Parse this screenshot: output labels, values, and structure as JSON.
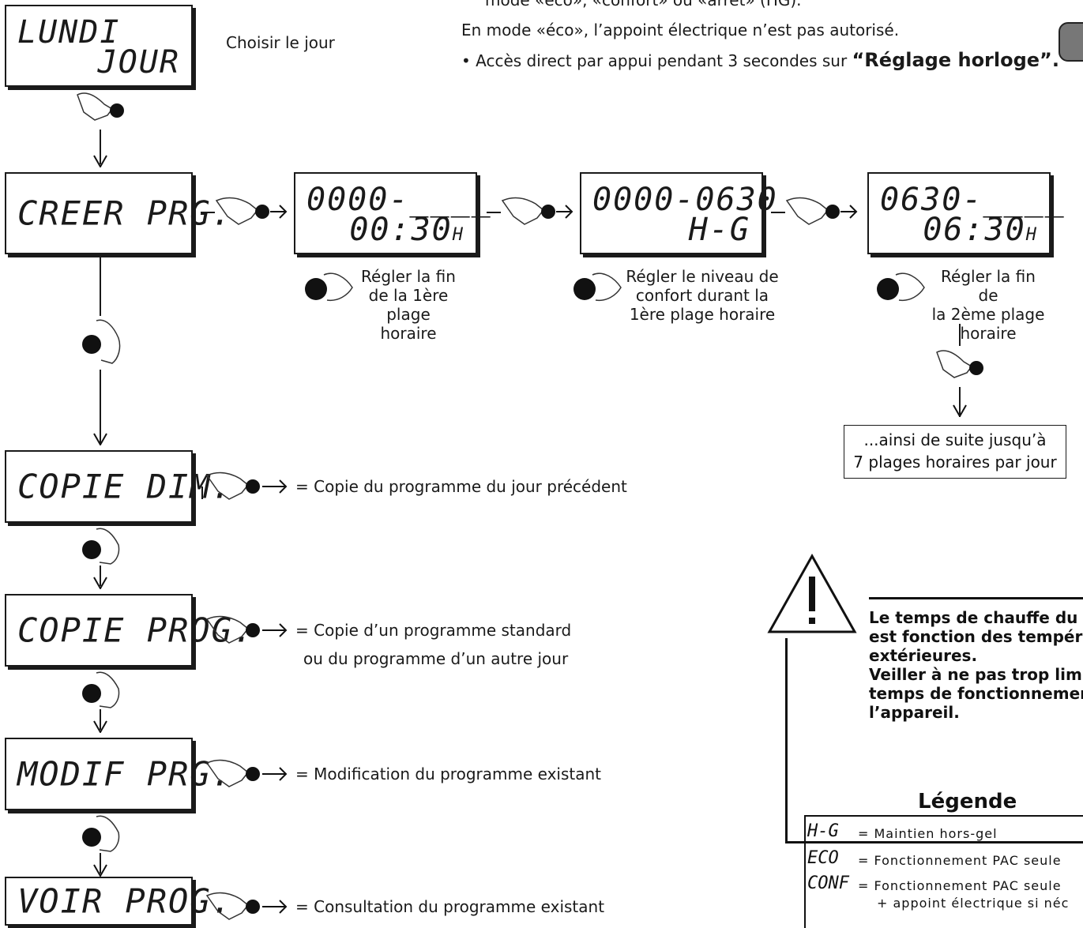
{
  "top_text": {
    "line0": "mode «éco», «confort» ou «arrêt» (HG).",
    "line1": "En mode «éco», l’appoint électrique n’est pas autorisé.",
    "line2_prefix": "• Accès direct par appui pendant 3 secondes sur ",
    "line2_bold": "“Réglage horloge”."
  },
  "day_display": {
    "line1": "LUNDI",
    "line2": "JOUR"
  },
  "choose_day_label": "Choisir le jour",
  "menu": {
    "create": "CREER PRG.",
    "copy_sun": "COPIE DIM.",
    "copy_prog": "COPIE PROG.",
    "modify": "MODIF PRG.",
    "view": "VOIR PROG."
  },
  "step1": {
    "line1": "0000-____",
    "line2": "00:30",
    "unit": "H",
    "caption": "Régler la fin\nde la 1ère plage\nhoraire"
  },
  "step2": {
    "line1": "0000-0630",
    "line2": "H-G",
    "caption": "Régler le niveau de\nconfort durant la\n1ère plage horaire"
  },
  "step3": {
    "line1": "0630-____",
    "line2": "06:30",
    "unit": "H",
    "caption": "Régler la fin de\nla 2ème plage\nhoraire"
  },
  "continue_box": {
    "line1": "...ainsi de suite jusqu’à",
    "line2": "7 plages horaires par jour"
  },
  "results": {
    "copy_sun": "= Copie du programme du jour précédent",
    "copy_prog_1": "= Copie d’un programme standard",
    "copy_prog_2": "ou du programme d’un autre jour",
    "modify": "= Modification du programme existant",
    "view": "= Consultation du programme existant"
  },
  "warning": {
    "lines": [
      "Le temps de chauffe du b",
      "est fonction des tempéra",
      "extérieures.",
      "Veiller à ne pas trop limit",
      "temps de fonctionnemen",
      "l’appareil."
    ]
  },
  "legend": {
    "title": "Légende",
    "items": [
      {
        "code": "H-G",
        "desc": "=  Maintien hors-gel"
      },
      {
        "code": "ECO",
        "desc": "=  Fonctionnement PAC seule"
      },
      {
        "code": "CONF",
        "desc": "=  Fonctionnement PAC seule"
      }
    ],
    "extra": "+ appoint électrique si néc"
  }
}
